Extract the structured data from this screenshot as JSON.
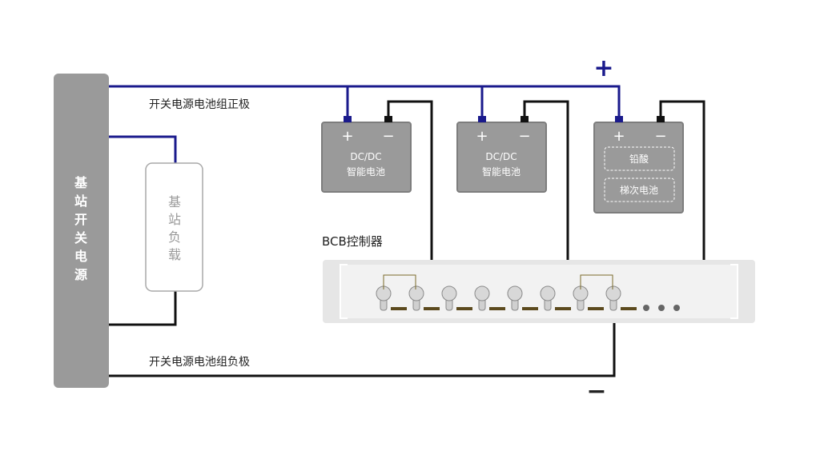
{
  "colors": {
    "positive_wire": "#1a1a8c",
    "negative_wire": "#111111",
    "device_gray": "#9a9a9a",
    "controller_gray": "#e6e6e6",
    "bus_bar": "#5c4a1e"
  },
  "power_supply": {
    "label": [
      "基",
      "站",
      "开",
      "关",
      "电",
      "源"
    ]
  },
  "load": {
    "label": [
      "基",
      "站",
      "负",
      "载"
    ]
  },
  "wires": {
    "positive_label": "开关电源电池组正极",
    "negative_label": "开关电源电池组负极"
  },
  "batteries": [
    {
      "plus": "+",
      "minus": "−",
      "line1": "DC/DC",
      "line2": "智能电池"
    },
    {
      "plus": "+",
      "minus": "−",
      "line1": "DC/DC",
      "line2": "智能电池"
    },
    {
      "plus": "+",
      "minus": "−",
      "box1": "铅酸",
      "box2": "梯次电池"
    }
  ],
  "controller": {
    "label": "BCB控制器",
    "terminal_count": 8,
    "ellipsis_dots": 3
  },
  "polarity": {
    "plus": "+",
    "minus": "−"
  }
}
